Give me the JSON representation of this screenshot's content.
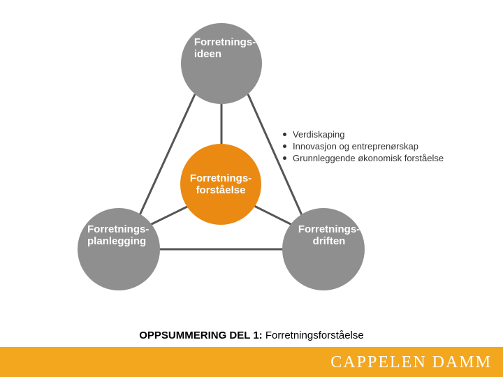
{
  "diagram": {
    "nodes": {
      "top": {
        "line1": "Forretnings-",
        "line2": "ideen"
      },
      "center": {
        "line1": "Forretnings-",
        "line2": "forståelse"
      },
      "left": {
        "line1": "Forretnings-",
        "line2": "planlegging"
      },
      "right": {
        "line1": "Forretnings-",
        "line2": "driften"
      }
    },
    "bullets": [
      "Verdiskaping",
      "Innovasjon og  entreprenørskap",
      "Grunnleggende økonomisk forståelse"
    ],
    "colors": {
      "node_gray": "#8f8f8f",
      "node_center": "#ea8a12",
      "connector": "#555555"
    }
  },
  "caption": {
    "bold": "OPPSUMMERING DEL 1:",
    "text": " Forretningsforståelse"
  },
  "footer": {
    "logo": "CAPPELEN DAMM",
    "color": "#f3a71f"
  }
}
